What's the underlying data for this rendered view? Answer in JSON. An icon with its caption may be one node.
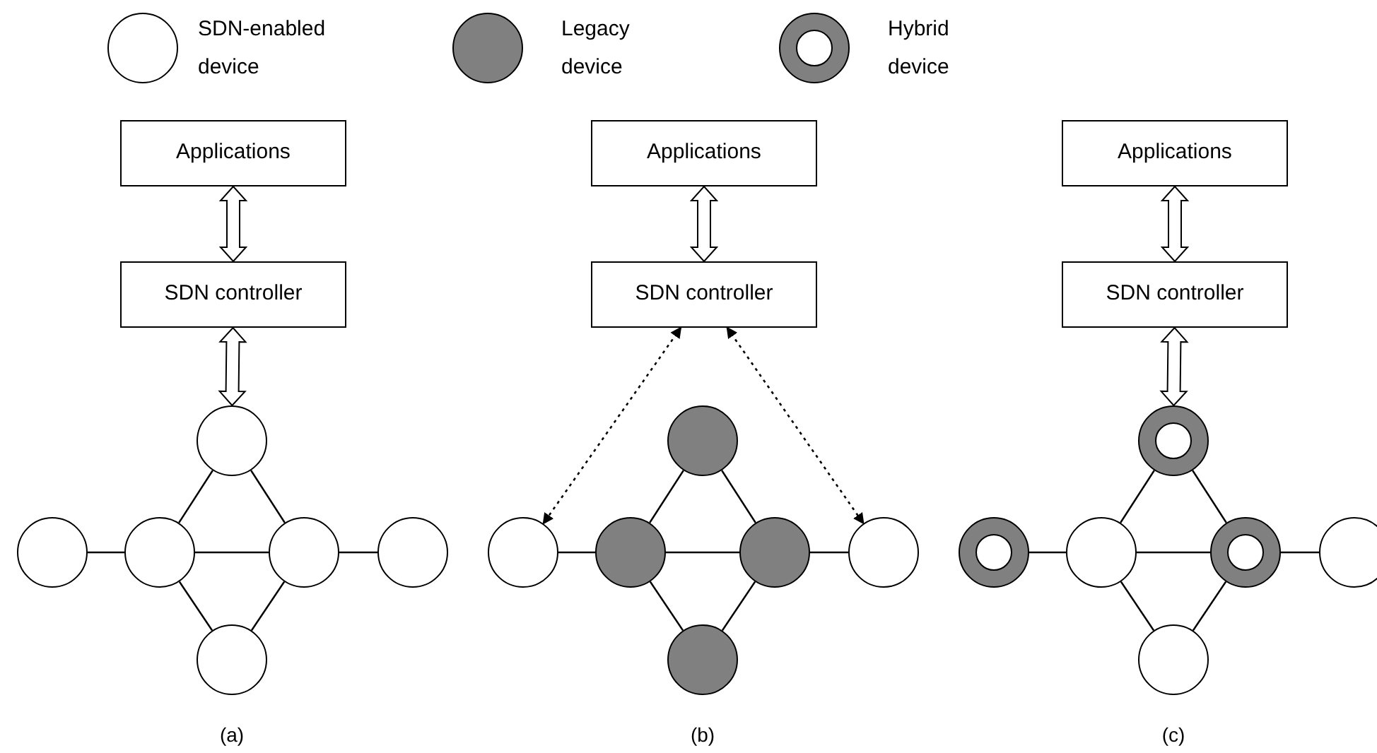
{
  "diagram": {
    "nodes": [
      {
        "text": [
          "Applications"
        ]
      },
      {
        "text": [
          "SDN controller"
        ]
      },
      {
        "text": [],
        "shape": "circle"
      },
      {
        "text": [],
        "shape": "circle"
      },
      {
        "text": [],
        "shape": "circle"
      },
      {
        "text": [],
        "shape": "circle"
      },
      {
        "text": [],
        "shape": "circle"
      },
      {
        "text": [],
        "shape": "circle"
      },
      {
        "text": [
          "Applications"
        ]
      },
      {
        "text": [
          "SDN controller"
        ]
      },
      {
        "text": [],
        "shape": "circle"
      },
      {
        "text": [],
        "shape": "circle"
      },
      {
        "text": [],
        "shape": "circle"
      },
      {
        "text": [],
        "shape": "circle"
      },
      {
        "text": [],
        "shape": "circle"
      },
      {
        "text": [],
        "shape": "circle"
      },
      {
        "text": [
          "Applications"
        ]
      },
      {
        "text": [
          "SDN controller"
        ]
      },
      {
        "text": [],
        "shape": "circle"
      },
      {
        "text": [],
        "shape": "circle"
      },
      {
        "text": [],
        "shape": "circle"
      },
      {
        "text": [],
        "shape": "circle"
      },
      {
        "text": [],
        "shape": "circle"
      },
      {
        "text": [],
        "shape": "circle"
      }
    ],
    "edges": [
      {
        "from": 0,
        "to": 1,
        "arrow": "both",
        "style": "thick"
      },
      {
        "from": 1,
        "to": 2,
        "arrow": "both",
        "style": "thick"
      },
      {
        "from": 2,
        "to": 4,
        "arrow": "none"
      },
      {
        "from": 2,
        "to": 5,
        "arrow": "none"
      },
      {
        "from": 3,
        "to": 4,
        "arrow": "none"
      },
      {
        "from": 4,
        "to": 5,
        "arrow": "none"
      },
      {
        "from": 5,
        "to": 6,
        "arrow": "none"
      },
      {
        "from": 4,
        "to": 7,
        "arrow": "none"
      },
      {
        "from": 5,
        "to": 7,
        "arrow": "none"
      },
      {
        "from": 8,
        "to": 9,
        "arrow": "both",
        "style": "thick"
      },
      {
        "from": 9,
        "to": 11,
        "arrow": "both",
        "style": "dashed"
      },
      {
        "from": 9,
        "to": 14,
        "arrow": "both",
        "style": "dashed"
      },
      {
        "from": 10,
        "to": 12,
        "arrow": "none"
      },
      {
        "from": 10,
        "to": 13,
        "arrow": "none"
      },
      {
        "from": 11,
        "to": 12,
        "arrow": "none"
      },
      {
        "from": 12,
        "to": 13,
        "arrow": "none"
      },
      {
        "from": 13,
        "to": 14,
        "arrow": "none"
      },
      {
        "from": 12,
        "to": 15,
        "arrow": "none"
      },
      {
        "from": 13,
        "to": 15,
        "arrow": "none"
      },
      {
        "from": 16,
        "to": 17,
        "arrow": "both",
        "style": "thick"
      },
      {
        "from": 17,
        "to": 18,
        "arrow": "both",
        "style": "thick"
      },
      {
        "from": 18,
        "to": 20,
        "arrow": "none"
      },
      {
        "from": 18,
        "to": 21,
        "arrow": "none"
      },
      {
        "from": 19,
        "to": 20,
        "arrow": "none"
      },
      {
        "from": 20,
        "to": 21,
        "arrow": "none"
      },
      {
        "from": 21,
        "to": 22,
        "arrow": "none"
      },
      {
        "from": 20,
        "to": 23,
        "arrow": "none"
      },
      {
        "from": 21,
        "to": 23,
        "arrow": "none"
      }
    ],
    "labels": [
      "(a)",
      "(b)",
      "(c)"
    ],
    "legend": [
      {
        "text": "SDN-enabled device",
        "color": "#ffffff"
      },
      {
        "text": "Legacy device",
        "color": "#808080"
      },
      {
        "text": "Hybrid device"
      }
    ]
  }
}
